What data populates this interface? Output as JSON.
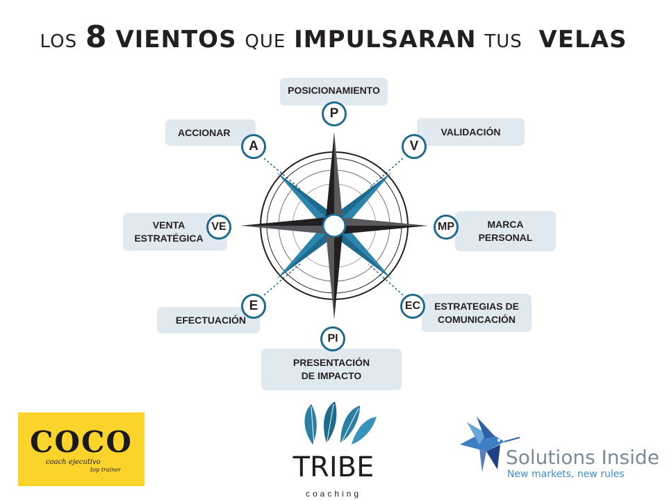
{
  "title": {
    "part1": "LOS",
    "part2": "8",
    "part3": "VIENTOS",
    "part4": "QUE",
    "part5": "IMPULSARAN",
    "part6": "TUS",
    "part7": "VELAS"
  },
  "nodes": {
    "p": {
      "letter": "P",
      "label": "POSICIONAMIENTO"
    },
    "v": {
      "letter": "V",
      "label": "VALIDACIÓN"
    },
    "mp": {
      "letter": "MP",
      "label_line1": "MARCA",
      "label_line2": "PERSONAL"
    },
    "ec": {
      "letter": "EC",
      "label_line1": "ESTRATEGIAS DE",
      "label_line2": "COMUNICACIÓN"
    },
    "pi": {
      "letter": "PI",
      "label_line1": "PRESENTACIÓN",
      "label_line2": "DE IMPACTO"
    },
    "e": {
      "letter": "E",
      "label": "EFECTUACIÓN"
    },
    "ve": {
      "letter": "VE",
      "label_line1": "VENTA",
      "label_line2": "ESTRATÉGICA"
    },
    "a": {
      "letter": "A",
      "label": "ACCIONAR"
    }
  },
  "colors": {
    "accent": "#1e6a8e",
    "label_bg": "#e1e9f0",
    "dark": "#231f20",
    "coco_bg": "#fad32b"
  },
  "logos": {
    "coco": {
      "word": "COCO",
      "sub": "coach ejecutivo",
      "sub2": "top trainer"
    },
    "tribe": {
      "word": "TRIBE",
      "sub": "coaching"
    },
    "solutions": {
      "word": "Solutions Inside",
      "tagline": "New markets, new rules"
    }
  }
}
